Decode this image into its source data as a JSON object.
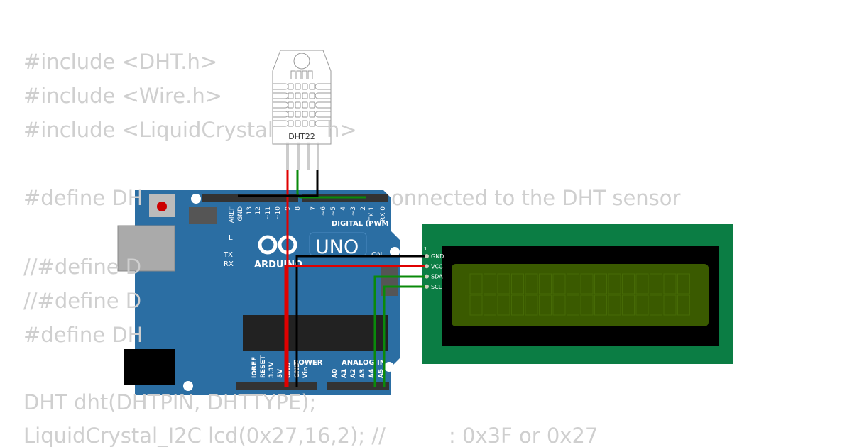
{
  "code_lines": [
    {
      "text": "#include <DHT.h>"
    },
    {
      "text": "#include <Wire.h>"
    },
    {
      "text": "#include <LiquidCrystal",
      "tail": "h>"
    },
    {
      "text": "#define DH",
      "tail": "onnected to the DHT sensor"
    },
    {
      "text": "//#define D"
    },
    {
      "text": "//#define D"
    },
    {
      "text": "#define DH"
    },
    {
      "text": "DHT dht(DHTPIN, DHTTYPE);"
    },
    {
      "text": "LiquidCrystal_I2C lcd(0x27,16,2); //",
      "tail": ": 0x3F or 0x27"
    }
  ],
  "dht": {
    "label": "DHT22"
  },
  "arduino": {
    "brand": "ARDUINO",
    "model": "UNO",
    "digital_label": "DIGITAL (PWM ~)",
    "digital_pins": [
      "AREF",
      "GND",
      "13",
      "12",
      "~11",
      "~10",
      "~9",
      "8",
      "7",
      "~6",
      "~5",
      "4",
      "~3",
      "2",
      "TX 1",
      "RX 0"
    ],
    "led_labels": [
      "L",
      "TX",
      "RX"
    ],
    "on_label": "ON",
    "power_label": "POWER",
    "analog_label": "ANALOG IN",
    "power_pins": [
      "IOREF",
      "RESET",
      "3.3V",
      "5V",
      "GND",
      "GND",
      "Vin"
    ],
    "analog_pins": [
      "A0",
      "A1",
      "A2",
      "A3",
      "A4",
      "A5"
    ]
  },
  "lcd": {
    "pin_one": "1",
    "pins": [
      "GND",
      "VCC",
      "SDA",
      "SCL"
    ]
  },
  "colors": {
    "board": "#2b6ea3",
    "lcd_pcb": "#0b7d44",
    "lcd_screen": "#3a5a00",
    "wire_red": "#e00000",
    "wire_green": "#0a8a0a",
    "wire_black": "#000000"
  }
}
